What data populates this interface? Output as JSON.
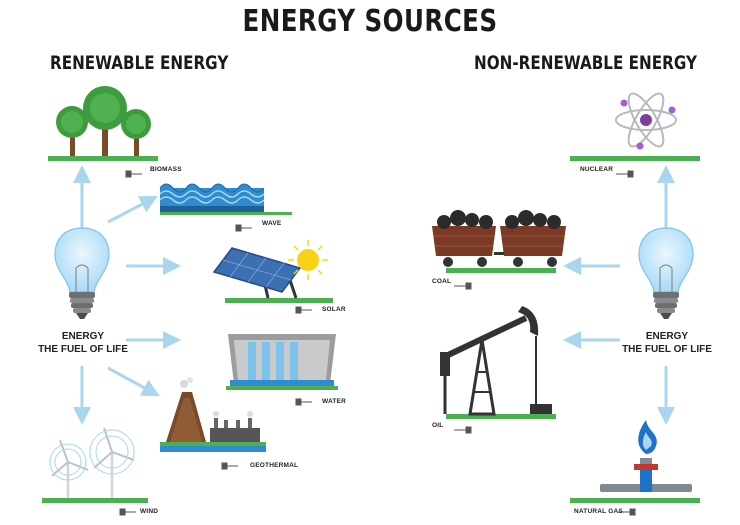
{
  "title": "ENERGY SOURCES",
  "renewable": {
    "heading": "RENEWABLE ENERGY",
    "center_line1": "ENERGY",
    "center_line2": "THE FUEL OF LIFE",
    "sources": [
      "BIOMASS",
      "WAVE",
      "SOLAR",
      "WATER",
      "GEOTHERMAL",
      "WIND"
    ]
  },
  "non_renewable": {
    "heading": "NON-RENEWABLE ENERGY",
    "center_line1": "ENERGY",
    "center_line2": "THE FUEL OF LIFE",
    "sources": [
      "NUCLEAR",
      "COAL",
      "OIL",
      "NATURAL GAS"
    ]
  },
  "colors": {
    "arrow": "#a9d6ee",
    "grass": "#4caf50",
    "bulb": "#bfe6fb",
    "bulb_base": "#6d6f71",
    "tree": "#3e9b3e",
    "water": "#2f8ccf",
    "panel": "#3d6fb3",
    "sun": "#f7d217",
    "cart": "#7a3a25",
    "volcano": "#7a4b2a",
    "flame": "#1e73c8"
  }
}
